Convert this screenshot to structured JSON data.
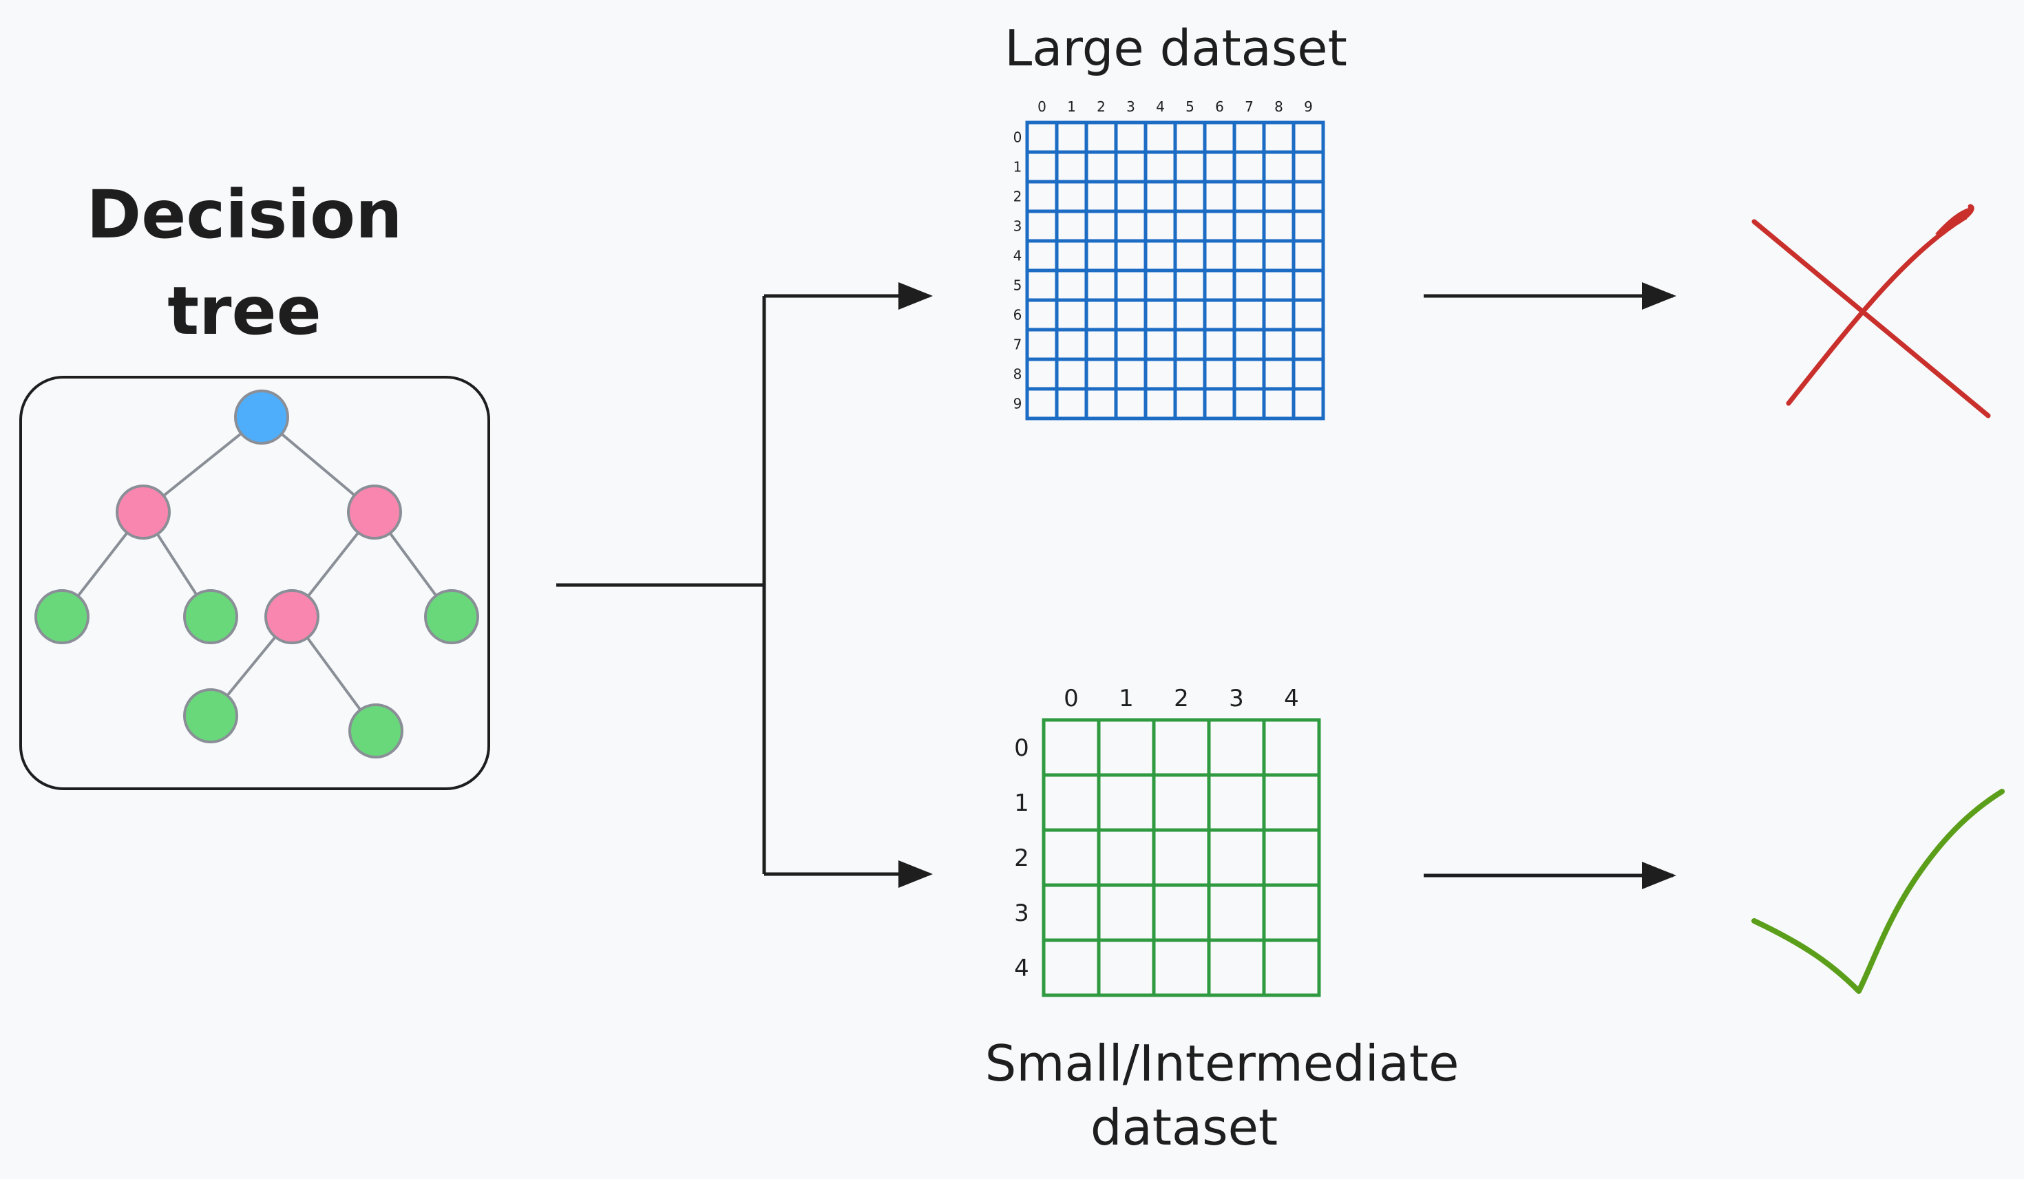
{
  "decision_tree": {
    "title_line1": "Decision",
    "title_line2": "tree",
    "node_colors": {
      "root": "#4eaefb",
      "internal": "#f986ae",
      "leaf": "#69d87b",
      "stroke": "#8a8f97",
      "edge": "#8a8f97"
    }
  },
  "large_dataset": {
    "label": "Large dataset",
    "column_ticks": [
      "0",
      "1",
      "2",
      "3",
      "4",
      "5",
      "6",
      "7",
      "8",
      "9"
    ],
    "row_ticks": [
      "0",
      "1",
      "2",
      "3",
      "4",
      "5",
      "6",
      "7",
      "8",
      "9"
    ],
    "color": "#1c6cc4"
  },
  "small_dataset": {
    "label_line1": "Small/Intermediate",
    "label_line2": "dataset",
    "column_ticks": [
      "0",
      "1",
      "2",
      "3",
      "4"
    ],
    "row_ticks": [
      "0",
      "1",
      "2",
      "3",
      "4"
    ],
    "color": "#2f9a40"
  },
  "outcomes": {
    "large": {
      "icon": "cross-icon",
      "color": "#c9302c"
    },
    "small": {
      "icon": "check-icon",
      "color": "#5a9e1a"
    }
  },
  "arrow_color": "#1e1e1e"
}
